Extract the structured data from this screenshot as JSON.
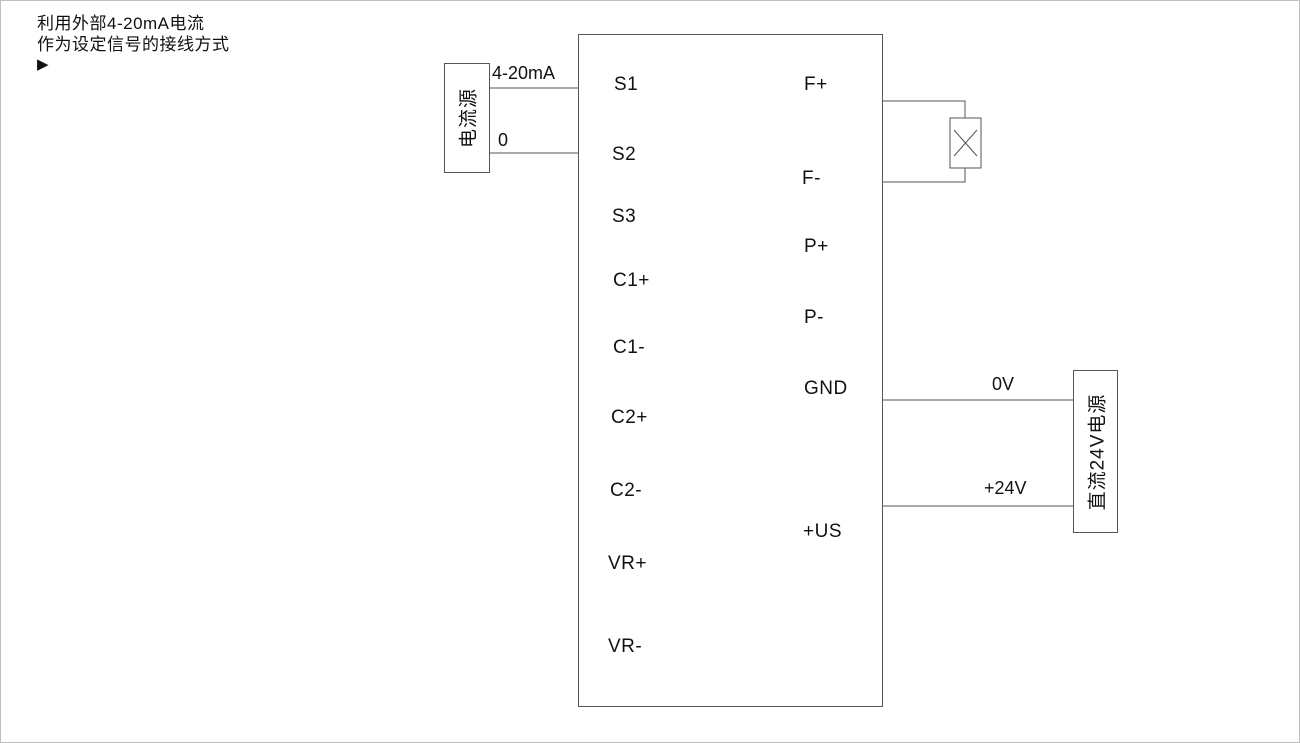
{
  "title": {
    "line1": "利用外部4-20mA电流",
    "line2": "作为设定信号的接线方式",
    "arrow": "▶"
  },
  "current_source": {
    "label": "电流源"
  },
  "dc_supply": {
    "label": "直流24V电源"
  },
  "wire_labels": {
    "signal": "4-20mA",
    "signal_return": "0",
    "zero_volt": "0V",
    "plus_24v": "+24V"
  },
  "controller": {
    "left_terminals": [
      "S1",
      "S2",
      "S3",
      "C1+",
      "C1-",
      "C2+",
      "C2-",
      "VR+",
      "VR-"
    ],
    "right_terminals": [
      "F+",
      "F-",
      "P+",
      "P-",
      "GND",
      "+US"
    ]
  },
  "colors": {
    "line": "#555555",
    "text": "#111111"
  }
}
